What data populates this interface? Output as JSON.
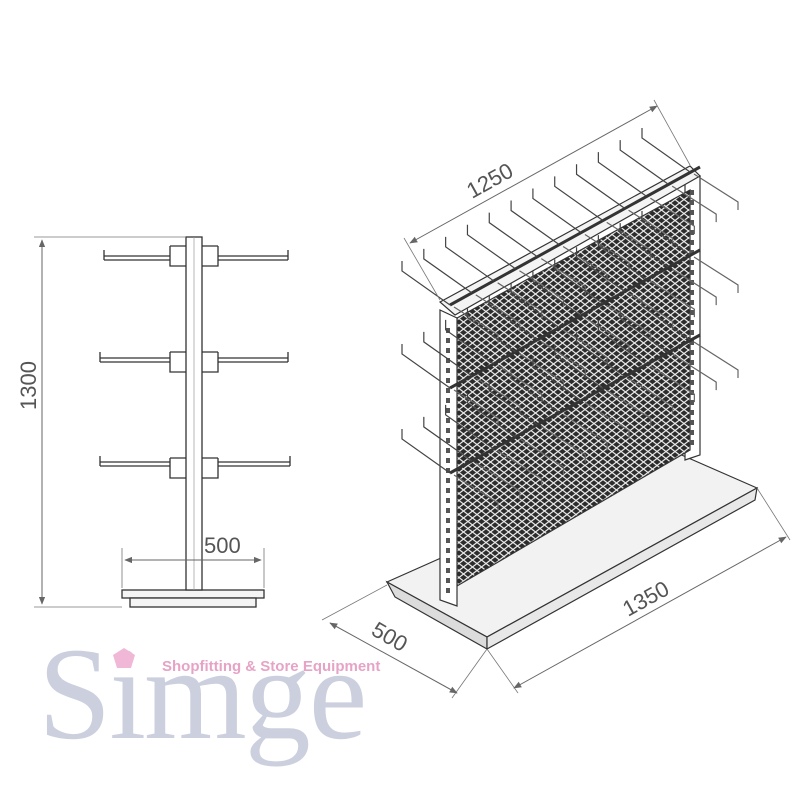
{
  "drawing": {
    "side_view": {
      "height_label": "1300",
      "base_width_label": "500",
      "hook_tiers": 3
    },
    "perspective_view": {
      "top_width_label": "1250",
      "base_length_label": "1350",
      "base_depth_label": "500",
      "hook_rows": 3
    }
  },
  "brand": {
    "logo_word": "Simge",
    "tagline": "Shopfitting & Store Equipment",
    "colors": {
      "word": "#ccd0de",
      "tagline": "#e6a3c6",
      "gem": "#f0b8d6"
    }
  }
}
